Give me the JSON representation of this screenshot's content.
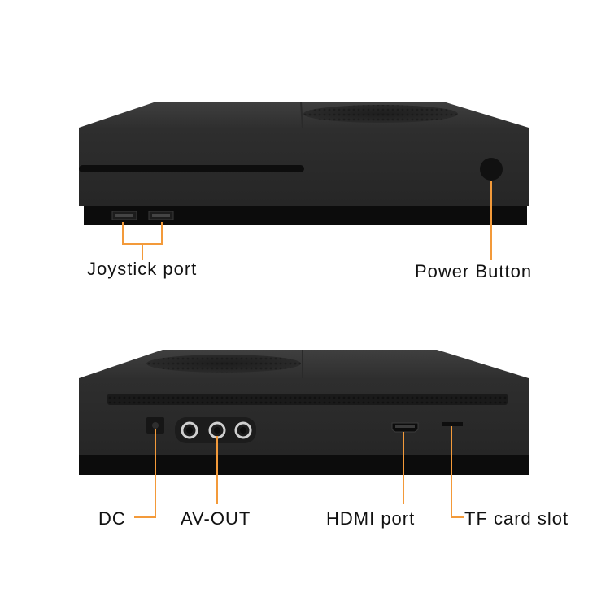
{
  "labels": {
    "joystick_port": "Joystick port",
    "power_button": "Power Button",
    "dc": "DC",
    "av_out": "AV-OUT",
    "hdmi_port": "HDMI port",
    "tf_card_slot": "TF card slot"
  },
  "colors": {
    "console_body": "#2b2b2b",
    "console_top": "#3a3a3a",
    "console_base": "#0c0c0c",
    "callout_line": "#f39a3a",
    "text": "#111111",
    "background": "#ffffff"
  }
}
